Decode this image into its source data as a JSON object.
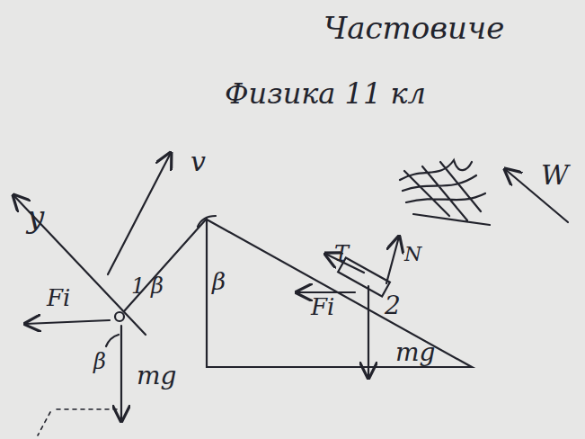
{
  "diagram": {
    "title": "Частовиче",
    "labels": [
      "Физика 11 кл",
      "y",
      "v",
      "W",
      "Fi",
      "1",
      "β",
      "β",
      "mg",
      "β",
      "T",
      "N",
      "Fi",
      "2",
      "mg"
    ]
  }
}
